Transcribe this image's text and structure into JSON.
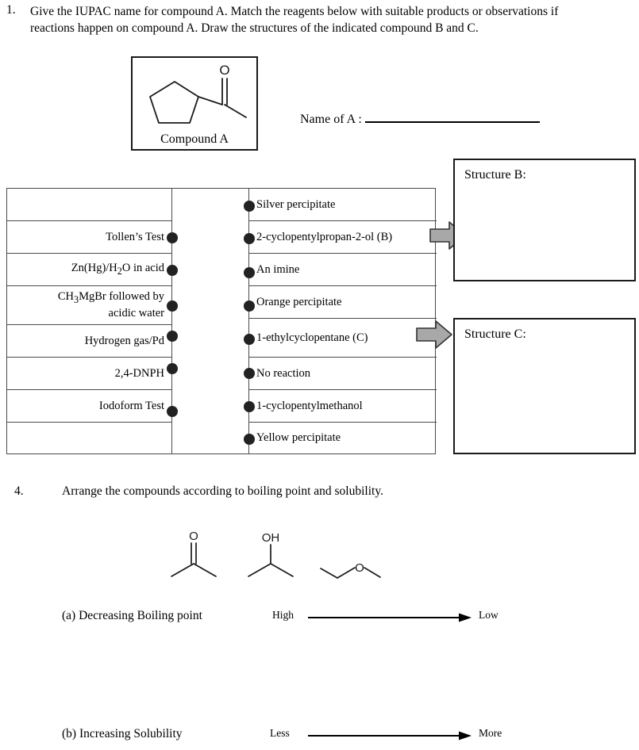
{
  "question1": {
    "number": "1.",
    "text": "Give the IUPAC name for compound A. Match the reagents below with suitable products or observations if reactions happen on compound A. Draw the structures of the indicated compound B and C.",
    "compound_a_label": "Compound A",
    "compound_a_formula": "cyclopentyl methyl ketone",
    "name_of_a_label": "Name of A :",
    "name_of_a_value": ""
  },
  "match_table": {
    "left_column": [
      {
        "label": "",
        "has_dot": false
      },
      {
        "label": "Tollen’s Test",
        "has_dot": true
      },
      {
        "label": "Zn(Hg)/H2O in acid",
        "has_dot": true,
        "html": "Zn(Hg)/H<sub>2</sub>O in acid"
      },
      {
        "label": "CH3MgBr followed by acidic water",
        "has_dot": true,
        "html": "CH<sub>3</sub>MgBr followed by<br>acidic water"
      },
      {
        "label": "Hydrogen gas/Pd",
        "has_dot": true
      },
      {
        "label": "2,4-DNPH",
        "has_dot": true
      },
      {
        "label": "Iodoform Test",
        "has_dot": true
      },
      {
        "label": "",
        "has_dot": false
      }
    ],
    "right_column": [
      {
        "label": "Silver percipitate",
        "has_dot": true
      },
      {
        "label": "2-cyclopentylpropan-2-ol (B)",
        "has_dot": true
      },
      {
        "label": "An imine",
        "has_dot": true
      },
      {
        "label": "Orange percipitate",
        "has_dot": true
      },
      {
        "label": "1-ethylcyclopentane (C)",
        "has_dot": true
      },
      {
        "label": "No reaction",
        "has_dot": true
      },
      {
        "label": "1-cyclopentylmethanol",
        "has_dot": true
      },
      {
        "label": "Yellow percipitate",
        "has_dot": true
      }
    ]
  },
  "structures": {
    "b_label": "Structure B:",
    "c_label": "Structure C:",
    "arrow_color": "#a8a8a8",
    "arrow_outline": "#333333"
  },
  "question4": {
    "number": "4.",
    "text": "Arrange the compounds according to boiling point and solubility.",
    "compounds": [
      {
        "name": "propanone",
        "heteroatom_label": "O"
      },
      {
        "name": "propan-2-ol",
        "heteroatom_label": "OH"
      },
      {
        "name": "methoxyethane",
        "heteroatom_label": "O"
      }
    ],
    "part_a": {
      "label": "(a)  Decreasing Boiling point",
      "left_end": "High",
      "right_end": "Low"
    },
    "part_b": {
      "label": "(b)  Increasing Solubility",
      "left_end": "Less",
      "right_end": "More"
    }
  }
}
